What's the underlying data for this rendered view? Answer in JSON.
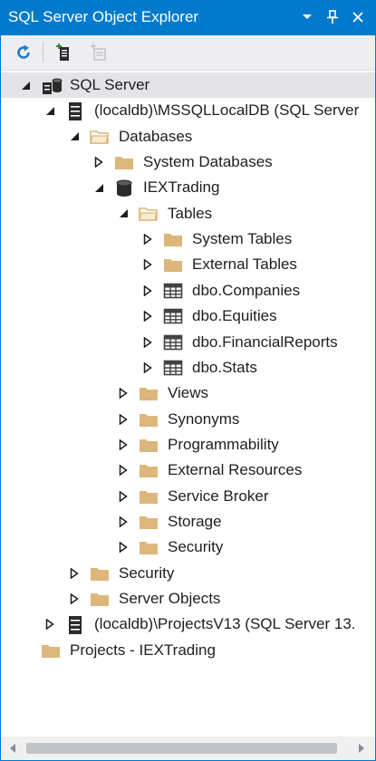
{
  "panel": {
    "title": "SQL Server Object Explorer",
    "icons": {
      "dropdown": "chevron-down-icon",
      "pin": "pin-icon",
      "close": "close-icon"
    }
  },
  "toolbar": {
    "buttons": [
      {
        "icon": "refresh-icon",
        "enabled": true
      },
      {
        "icon": "add-server-icon",
        "enabled": true
      },
      {
        "icon": "new-query-icon",
        "enabled": false
      }
    ]
  },
  "tree": {
    "nodes": [
      {
        "label": "SQL Server",
        "icon": "sql-server-icon",
        "expander": "expanded",
        "level": 0,
        "selected": true
      },
      {
        "label": "(localdb)\\MSSQLLocalDB (SQL Server",
        "icon": "server-icon",
        "expander": "expanded",
        "level": 1
      },
      {
        "label": "Databases",
        "icon": "folder-open-icon",
        "expander": "expanded",
        "level": 2
      },
      {
        "label": "System Databases",
        "icon": "folder-icon",
        "expander": "collapsed",
        "level": 3
      },
      {
        "label": "IEXTrading",
        "icon": "database-icon",
        "expander": "expanded",
        "level": 3
      },
      {
        "label": "Tables",
        "icon": "folder-open-icon",
        "expander": "expanded",
        "level": 4
      },
      {
        "label": "System Tables",
        "icon": "folder-icon",
        "expander": "collapsed",
        "level": 5
      },
      {
        "label": "External Tables",
        "icon": "folder-icon",
        "expander": "collapsed",
        "level": 5
      },
      {
        "label": "dbo.Companies",
        "icon": "table-icon",
        "expander": "collapsed",
        "level": 5
      },
      {
        "label": "dbo.Equities",
        "icon": "table-icon",
        "expander": "collapsed",
        "level": 5
      },
      {
        "label": "dbo.FinancialReports",
        "icon": "table-icon",
        "expander": "collapsed",
        "level": 5
      },
      {
        "label": "dbo.Stats",
        "icon": "table-icon",
        "expander": "collapsed",
        "level": 5
      },
      {
        "label": "Views",
        "icon": "folder-icon",
        "expander": "collapsed",
        "level": 4
      },
      {
        "label": "Synonyms",
        "icon": "folder-icon",
        "expander": "collapsed",
        "level": 4
      },
      {
        "label": "Programmability",
        "icon": "folder-icon",
        "expander": "collapsed",
        "level": 4
      },
      {
        "label": "External Resources",
        "icon": "folder-icon",
        "expander": "collapsed",
        "level": 4
      },
      {
        "label": "Service Broker",
        "icon": "folder-icon",
        "expander": "collapsed",
        "level": 4
      },
      {
        "label": "Storage",
        "icon": "folder-icon",
        "expander": "collapsed",
        "level": 4
      },
      {
        "label": "Security",
        "icon": "folder-icon",
        "expander": "collapsed",
        "level": 4
      },
      {
        "label": "Security",
        "icon": "folder-icon",
        "expander": "collapsed",
        "level": 2
      },
      {
        "label": "Server Objects",
        "icon": "folder-icon",
        "expander": "collapsed",
        "level": 2
      },
      {
        "label": "(localdb)\\ProjectsV13 (SQL Server 13.",
        "icon": "server-icon",
        "expander": "collapsed",
        "level": 1
      },
      {
        "label": "Projects - IEXTrading",
        "icon": "folder-icon",
        "expander": "none",
        "level": 0
      }
    ]
  },
  "scrollbar": {
    "left_icon": "scroll-left-icon",
    "right_icon": "scroll-right-icon"
  },
  "colors": {
    "accent": "#007acc",
    "folder": "#dcb67a",
    "selection": "#e4e4e8",
    "toolbar_bg": "#eeeef2"
  }
}
